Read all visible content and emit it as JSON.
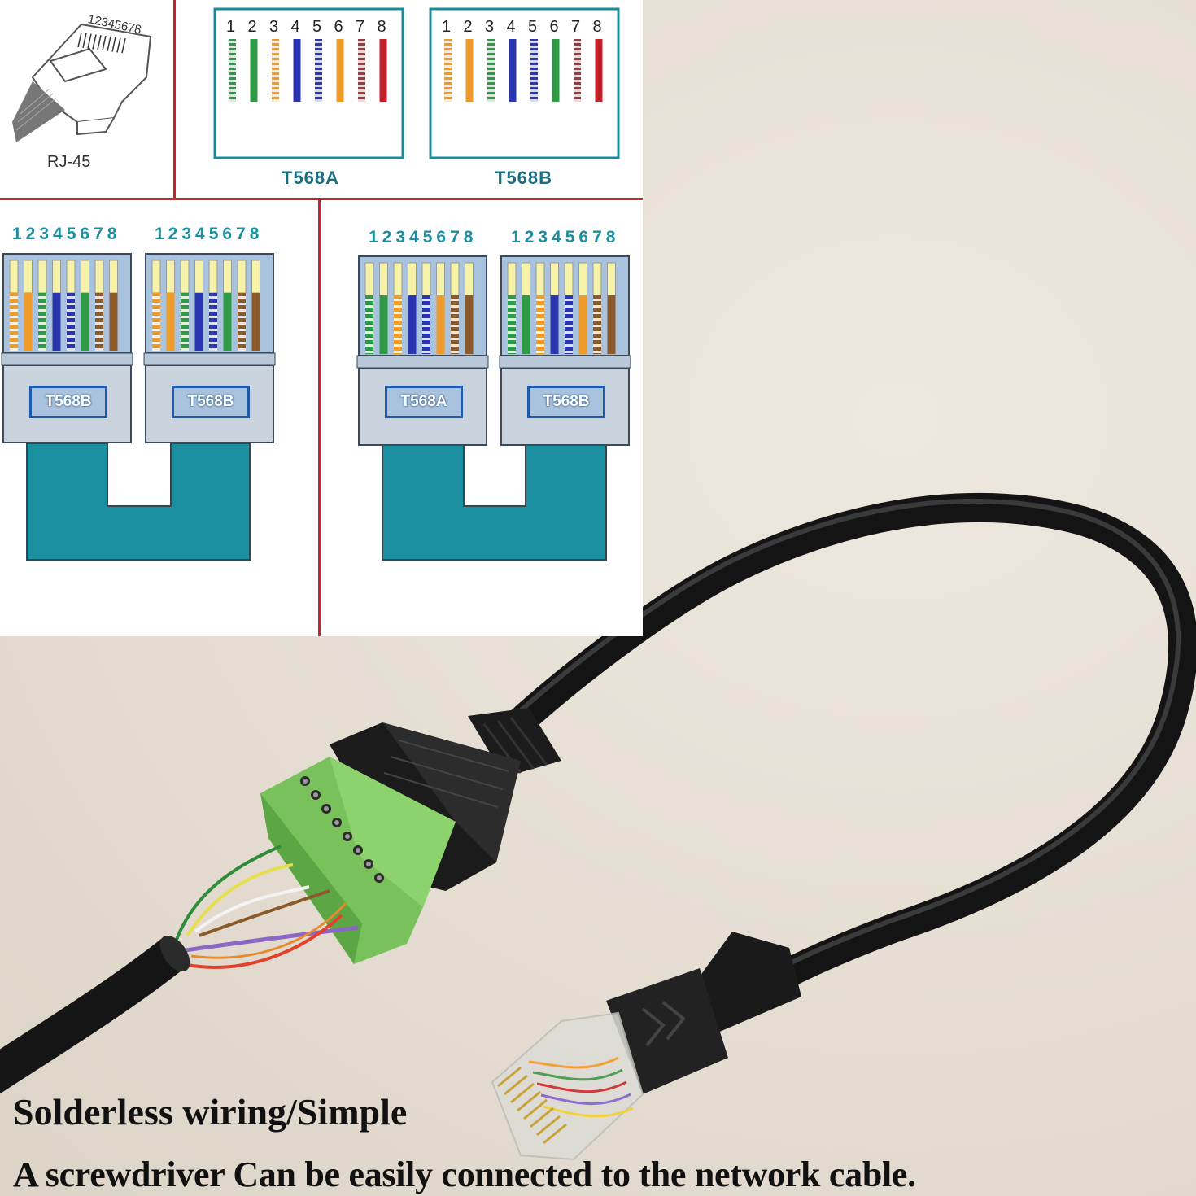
{
  "diagram": {
    "rj45_label": "RJ-45",
    "rj45_pin_numbers": "12345678",
    "pin_numbers": [
      "1",
      "2",
      "3",
      "4",
      "5",
      "6",
      "7",
      "8"
    ],
    "standards": {
      "a": "T568A",
      "b": "T568B"
    },
    "combo_pin_numbers": "12345678",
    "straight_through": {
      "left_badge": "T568B",
      "right_badge": "T568B"
    },
    "crossover": {
      "left_badge": "T568A",
      "right_badge": "T568B"
    },
    "colors": {
      "divider": "#c8232c",
      "teal": "#1a8fa0",
      "frame": "#1a8b9a",
      "badge_border": "#1f5aa8"
    }
  },
  "caption": {
    "line1": "Solderless wiring/Simple",
    "line2": "A screwdriver Can be easily connected to the network cable."
  }
}
